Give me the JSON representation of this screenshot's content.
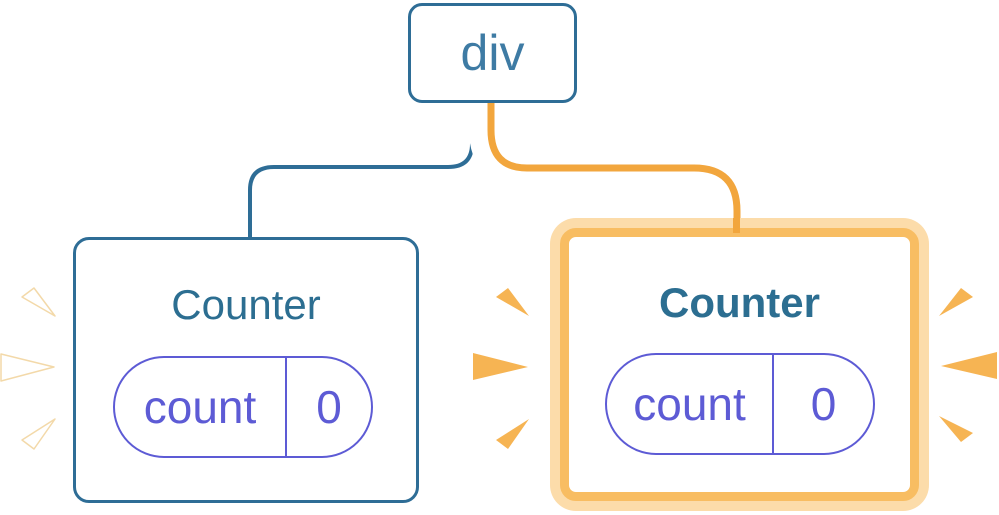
{
  "diagram": {
    "root_node": {
      "label": "div"
    },
    "counters": [
      {
        "title": "Counter",
        "highlighted": false,
        "state": {
          "name": "count",
          "value": "0"
        }
      },
      {
        "title": "Counter",
        "highlighted": true,
        "state": {
          "name": "count",
          "value": "0"
        }
      }
    ]
  },
  "colors": {
    "tree_blue": "#2e6d96",
    "node_label_blue": "#3e7ba4",
    "counter_title_blue": "#2c6e91",
    "state_indigo": "#5d5bd5",
    "connector_orange": "#f2a63d",
    "highlight_border_orange": "#f8bd62",
    "highlight_ring_peach": "#fcdcaa",
    "spark_orange": "#f6b453",
    "spark_outline_peach": "#f3d9a9",
    "card_background": "#ffffff"
  }
}
